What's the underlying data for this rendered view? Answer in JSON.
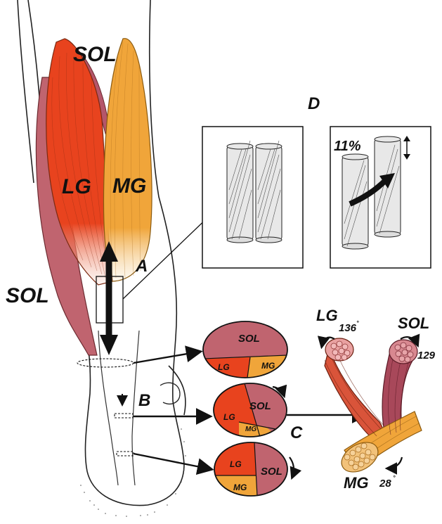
{
  "figure": {
    "labels": {
      "sol_top": "SOL",
      "sol_left": "SOL",
      "lg_muscle": "LG",
      "mg_muscle": "MG",
      "panel_a": "A",
      "panel_b": "B",
      "panel_c": "C",
      "panel_d": "D"
    },
    "cross_sections": [
      {
        "sol": "SOL",
        "lg": "LG",
        "mg": "MG"
      },
      {
        "sol": "SOL",
        "lg": "LG",
        "mg": "MG"
      },
      {
        "sol": "SOL",
        "lg": "LG",
        "mg": "MG"
      }
    ],
    "panel_d": {
      "shift_label": "11%"
    },
    "twist": {
      "lg_label": "LG",
      "lg_angle": "136",
      "sol_label": "SOL",
      "sol_angle": "129",
      "mg_label": "MG",
      "mg_angle": "28",
      "degree_mark": "°"
    },
    "colors": {
      "lg": "#E8431E",
      "mg": "#F0A53A",
      "sol": "#C0646F",
      "fiber_pink": "#E9A1A1",
      "outline": "#111111"
    }
  }
}
